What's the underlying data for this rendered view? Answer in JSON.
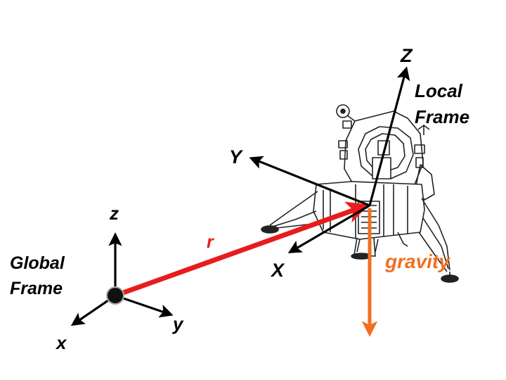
{
  "labels": {
    "global_frame_line1": "Global",
    "global_frame_line2": "Frame",
    "local_frame_line1": "Local",
    "local_frame_line2": "Frame",
    "global_axis_x": "x",
    "global_axis_y": "y",
    "global_axis_z": "z",
    "local_axis_x": "X",
    "local_axis_y": "Y",
    "local_axis_z": "Z",
    "position_vector": "r",
    "gravity": "gravity"
  },
  "colors": {
    "axis": "#000000",
    "position_vector": "#e81c1c",
    "gravity": "#f07020",
    "lander_outline": "#222222"
  },
  "icons": {
    "lander": "lunar-module-illustration",
    "origin": "origin-dot"
  }
}
